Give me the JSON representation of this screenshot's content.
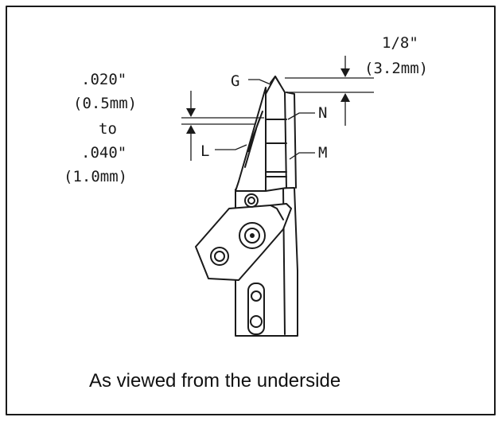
{
  "caption": "As viewed from the underside",
  "dimensions": {
    "top_imperial": "1/8\"",
    "top_metric": "(3.2mm)",
    "left_min_imperial": ".020\"",
    "left_min_metric": "(0.5mm)",
    "left_to": "to",
    "left_max_imperial": ".040\"",
    "left_max_metric": "(1.0mm)"
  },
  "part_labels": {
    "g": "G",
    "n": "N",
    "m": "M",
    "l": "L"
  },
  "colors": {
    "ink": "#1a1a1a",
    "paper": "#ffffff"
  }
}
